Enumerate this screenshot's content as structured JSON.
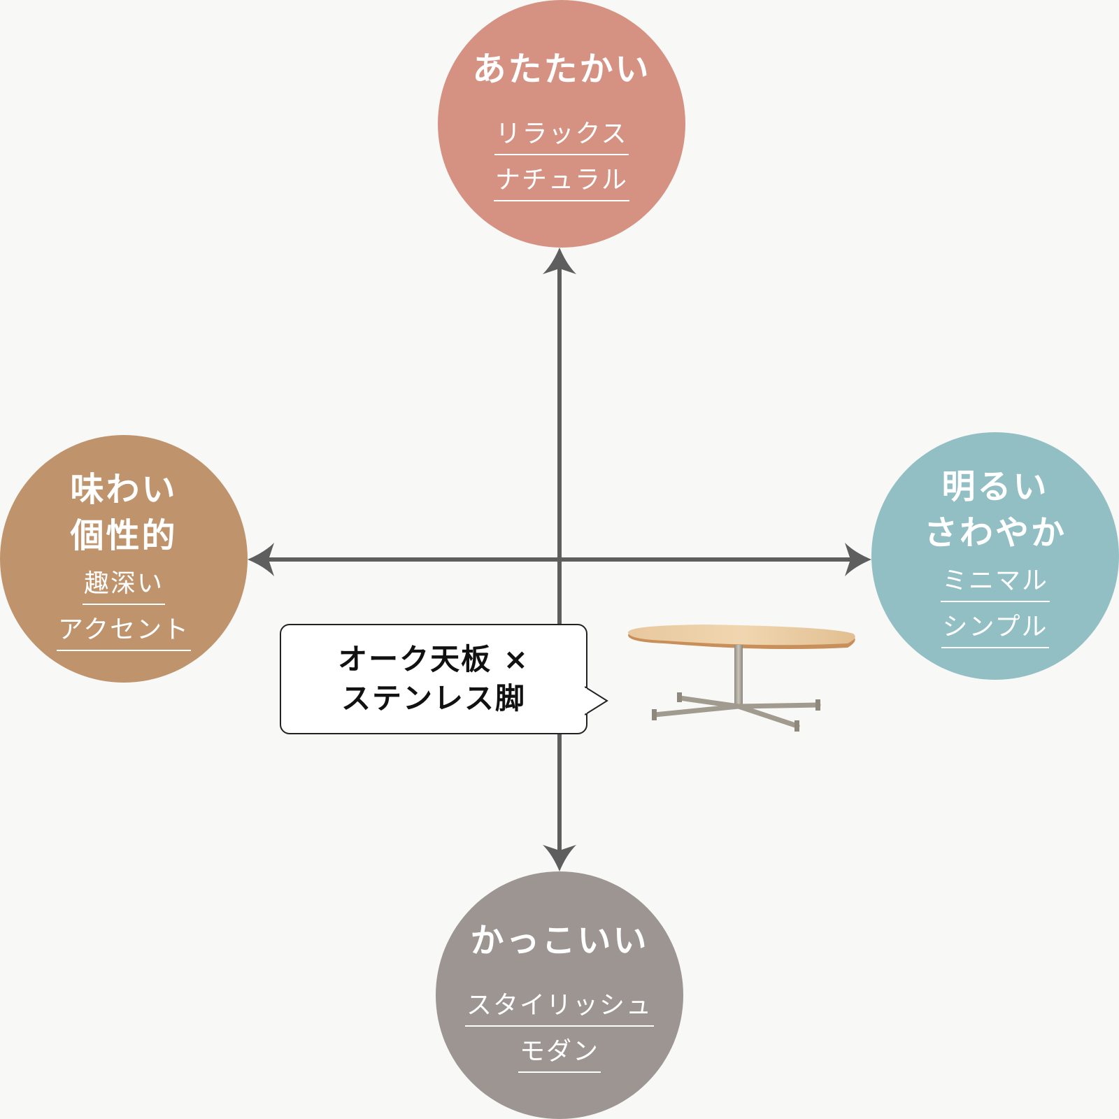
{
  "nodes": {
    "top": {
      "title": [
        "あたたかい"
      ],
      "tags": [
        "リラックス",
        "ナチュラル"
      ],
      "color": "#d59282"
    },
    "left": {
      "title": [
        "味わい",
        "個性的"
      ],
      "tags": [
        "趣深い",
        "アクセント"
      ],
      "color": "#bf946d"
    },
    "right": {
      "title": [
        "明るい",
        "さわやか"
      ],
      "tags": [
        "ミニマル",
        "シンプル"
      ],
      "color": "#92bfc4"
    },
    "bottom": {
      "title": [
        "かっこいい"
      ],
      "tags": [
        "スタイリッシュ",
        "モダン"
      ],
      "color": "#9c9592"
    }
  },
  "callout": {
    "lines": [
      "オーク天板 ×",
      "ステンレス脚"
    ]
  },
  "axis_color": "#5e5e5e",
  "icons": [
    "oval-coffee-table-image"
  ]
}
